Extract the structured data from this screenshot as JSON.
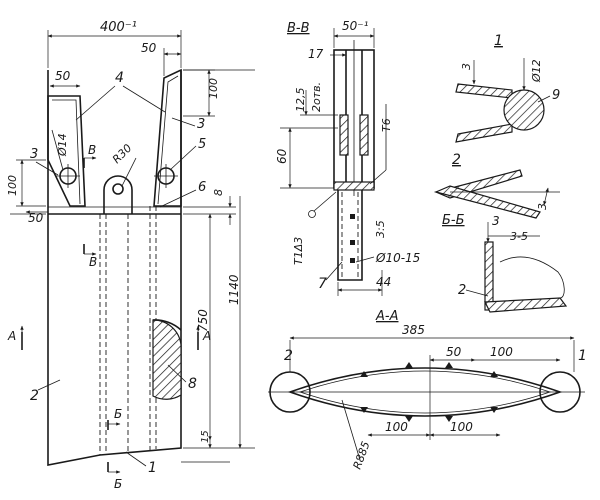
{
  "front_view": {
    "dims": {
      "width": "400⁻¹",
      "top_right": "50",
      "top_left": "50",
      "side_top": "100",
      "left_100": "100",
      "left_50": "50",
      "right_8": "8",
      "right_750": "750",
      "right_1140": "1140",
      "right_15": "15",
      "radius": "R30",
      "hole": "Ø14"
    },
    "callouts": {
      "c4": "4",
      "c3_right": "3",
      "c5": "5",
      "c6": "6",
      "c3_left": "3",
      "c2": "2",
      "c8": "8",
      "c1": "1"
    },
    "section_marks": {
      "a_left": "A",
      "a_right": "A",
      "b_top": "В",
      "b_bottom": "В",
      "bb_top": "Б",
      "bb_bottom": "Б"
    }
  },
  "section_vv": {
    "title": "В-В",
    "dims": {
      "top": "50⁻¹",
      "d17": "17",
      "d12_5": "12,5",
      "holes": "2отв.",
      "d60": "60",
      "weld_t6": "T6",
      "weld_bottom": "T1Δ3",
      "pitch": "3:5",
      "d10_15": "Ø10-15",
      "d44": "44"
    },
    "callouts": {
      "c7": "7"
    }
  },
  "detail_1": {
    "label": "1",
    "dims": {
      "d3": "3",
      "d12": "Ø12"
    },
    "callouts": {
      "c9": "9"
    }
  },
  "detail_2": {
    "label": "2",
    "dims": {
      "d3": "3"
    }
  },
  "section_bb": {
    "title": "Б-Б",
    "dims": {
      "d3": "3",
      "d3_5": "3-5"
    },
    "callouts": {
      "c2": "2"
    }
  },
  "section_aa": {
    "title": "А-А",
    "dims": {
      "d385": "385",
      "d50": "50",
      "d100_top": "100",
      "d100_bl": "100",
      "d100_br": "100",
      "radius": "R885"
    },
    "callouts": {
      "c2": "2",
      "c1": "1"
    }
  }
}
